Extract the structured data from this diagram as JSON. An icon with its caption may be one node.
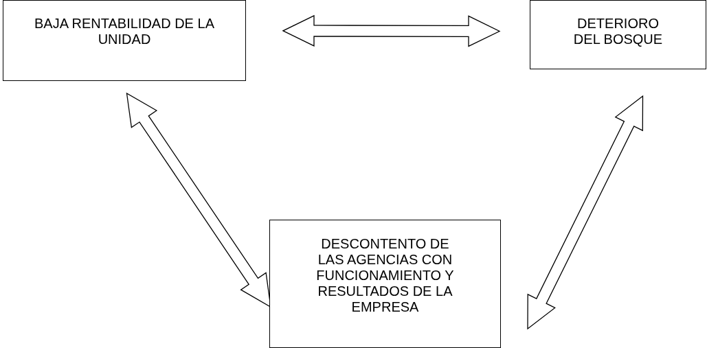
{
  "diagram": {
    "nodes": [
      {
        "text": [
          "BAJA RENTABILIDAD DE LA UNIDAD"
        ]
      },
      {
        "text": [
          "DETERIORO DEL BOSQUE"
        ]
      },
      {
        "text": [
          "DESCONTENTO DE LAS AGENCIAS CON FUNCIONAMIENTO Y RESULTADOS DE LA EMPRESA"
        ]
      }
    ],
    "edges": [
      {
        "from": 0,
        "to": 1,
        "arrow": "both"
      },
      {
        "from": 0,
        "to": 2,
        "arrow": "both"
      },
      {
        "from": 1,
        "to": 2,
        "arrow": "both"
      }
    ]
  }
}
